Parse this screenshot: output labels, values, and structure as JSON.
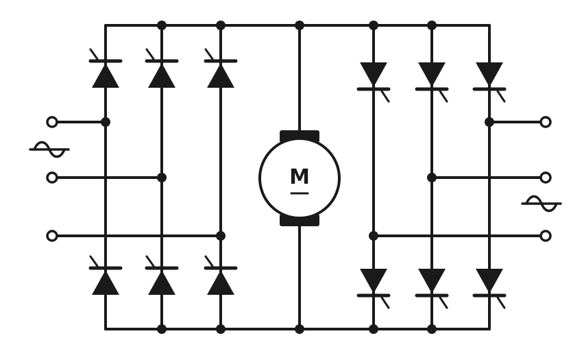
{
  "diagram": {
    "motor": {
      "label": "M"
    },
    "colors": {
      "ink": "#1a1a1a",
      "paper": "#ffffff"
    },
    "left_converter": {
      "ac_input_icon": "ac-sine-icon",
      "upper_thyristors": 3,
      "lower_thyristors": 3,
      "terminals": 3
    },
    "right_converter": {
      "ac_input_icon": "ac-sine-icon",
      "upper_thyristors": 3,
      "lower_thyristors": 3,
      "terminals": 3
    }
  }
}
